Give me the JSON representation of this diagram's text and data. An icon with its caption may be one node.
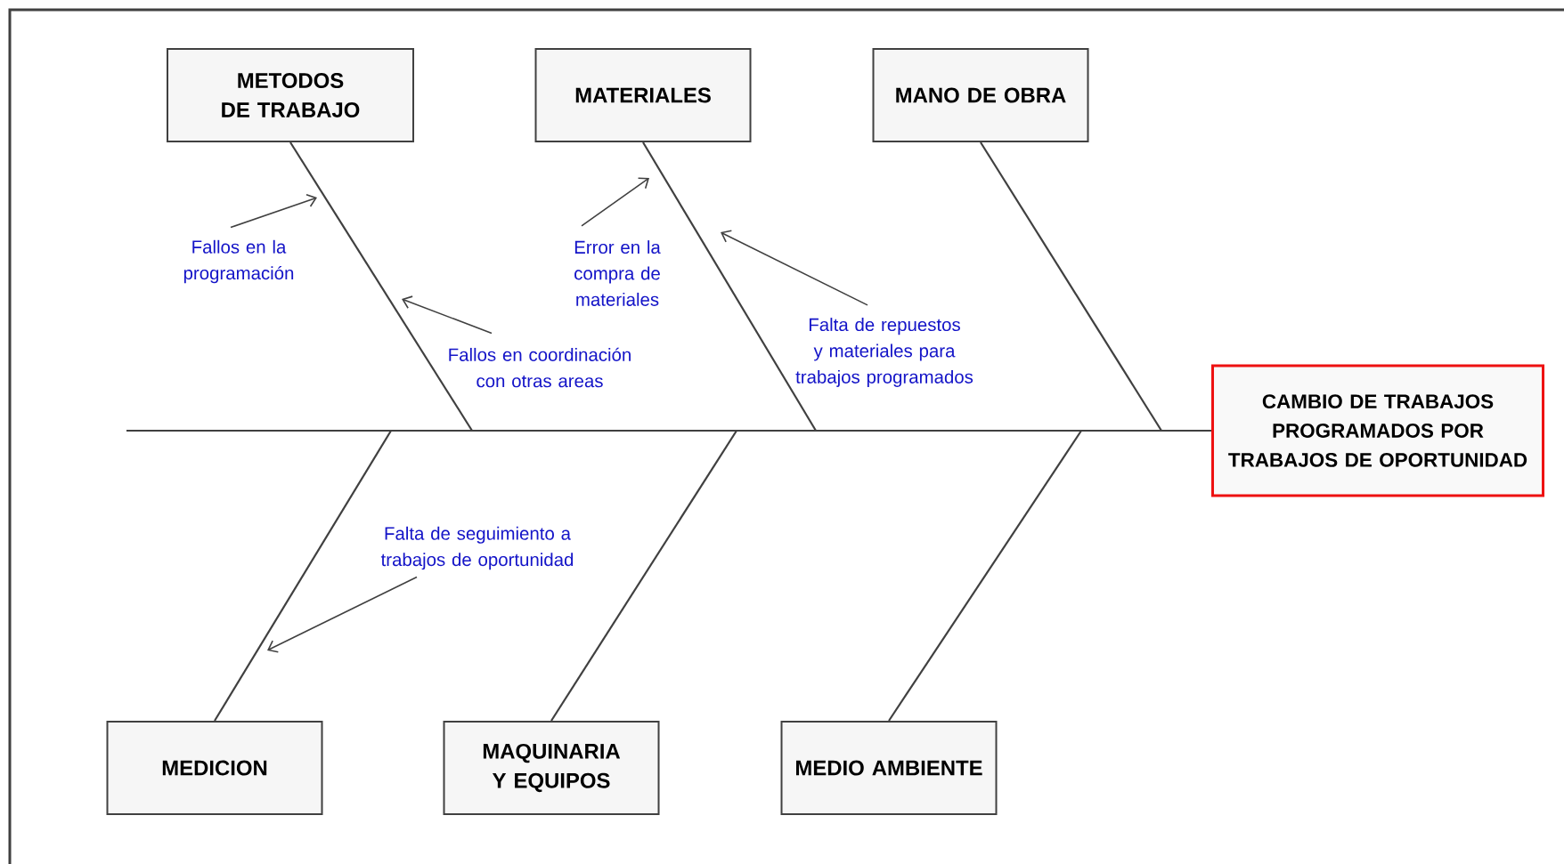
{
  "diagram": {
    "nodes": [
      {
        "text": [
          "METODOS DE TRABAJO"
        ]
      },
      {
        "text": [
          "MATERIALES"
        ]
      },
      {
        "text": [
          "MANO DE OBRA"
        ]
      },
      {
        "text": [
          "CAMBIO DE TRABAJOS PROGRAMADOS POR TRABAJOS DE OPORTUNIDAD"
        ]
      },
      {
        "text": [
          "MEDICION"
        ]
      },
      {
        "text": [
          "MAQUINARIA Y EQUIPOS"
        ]
      },
      {
        "text": [
          "MEDIO AMBIENTE"
        ]
      },
      {
        "text": [
          "Fallos en la programación"
        ]
      },
      {
        "text": [
          "Fallos en coordinación con otras areas"
        ]
      },
      {
        "text": [
          "Error en la compra de materiales"
        ]
      },
      {
        "text": [
          "Falta de repuestos y materiales para trabajos programados"
        ]
      },
      {
        "text": [
          "Falta de seguimiento a trabajos de oportunidad"
        ]
      }
    ],
    "edges": [
      {
        "from": null,
        "to": 3,
        "arrow": "none"
      },
      {
        "from": 0,
        "to": null,
        "arrow": "none"
      },
      {
        "from": 1,
        "to": null,
        "arrow": "none"
      },
      {
        "from": 2,
        "to": null,
        "arrow": "none"
      },
      {
        "from": 4,
        "to": null,
        "arrow": "none"
      },
      {
        "from": 5,
        "to": null,
        "arrow": "none"
      },
      {
        "from": 6,
        "to": null,
        "arrow": "none"
      },
      {
        "from": 7,
        "to": null,
        "arrow": "to"
      },
      {
        "from": 8,
        "to": null,
        "arrow": "to"
      },
      {
        "from": 9,
        "to": null,
        "arrow": "to"
      },
      {
        "from": 10,
        "to": null,
        "arrow": "to"
      },
      {
        "from": 11,
        "to": null,
        "arrow": "to"
      }
    ]
  }
}
